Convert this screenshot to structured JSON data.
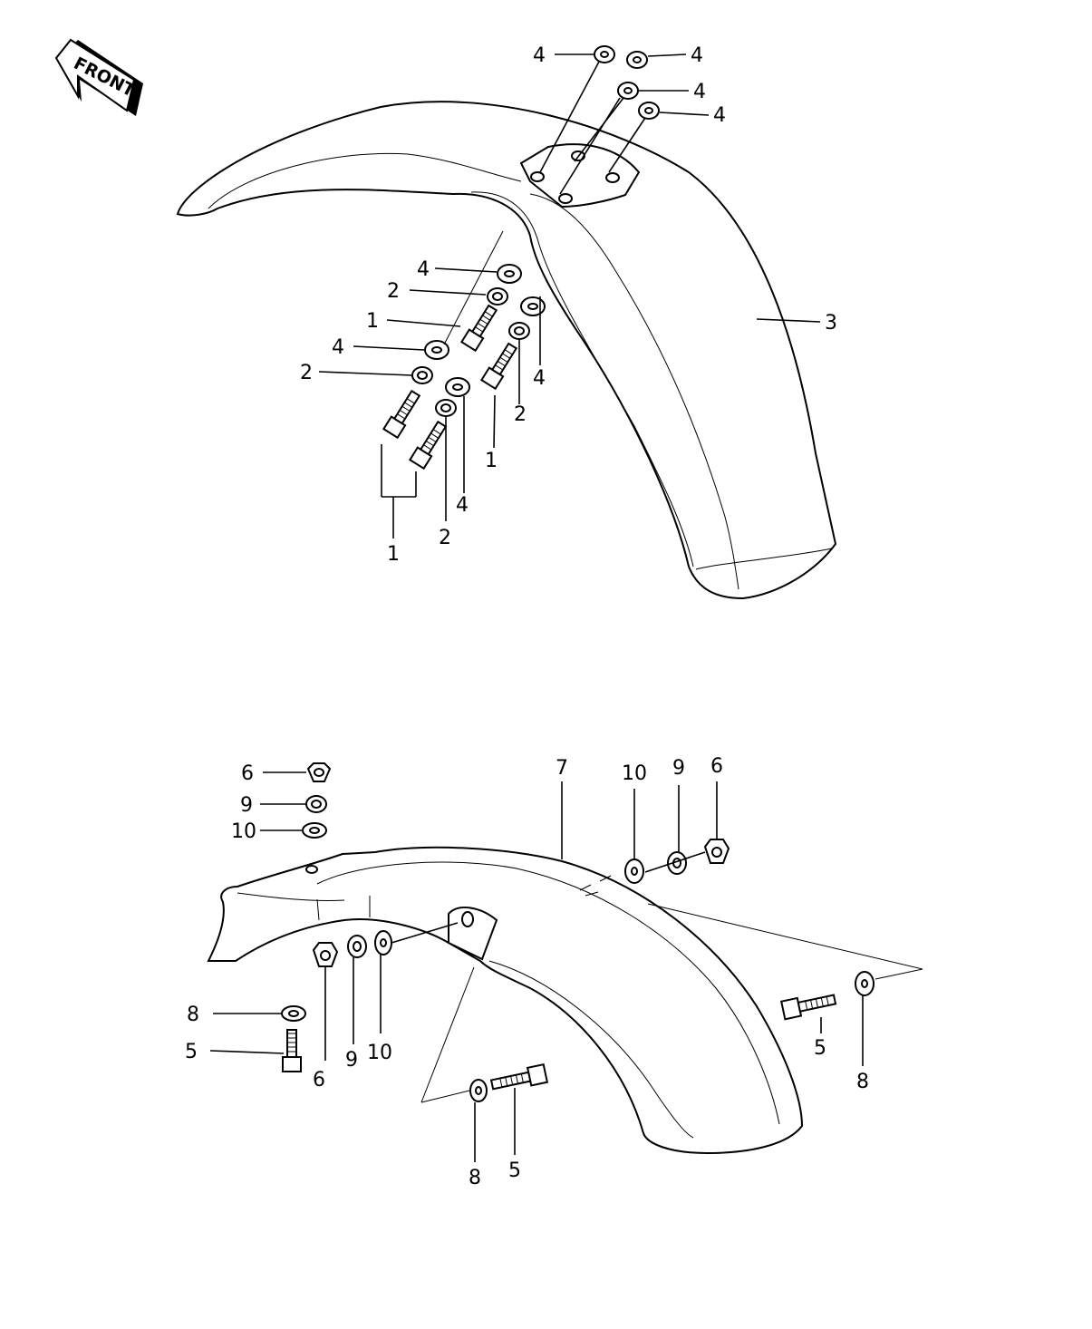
{
  "front_badge": "FRONT",
  "callouts": {
    "front_fender": {
      "c01": "4",
      "c02": "4",
      "c03": "4",
      "c04": "4",
      "c05": "4",
      "c06": "2",
      "c07": "1",
      "c08": "4",
      "c09": "2",
      "c10": "3",
      "c11": "4",
      "c12": "2",
      "c13": "1",
      "c14": "4",
      "c15": "2",
      "c16": "1"
    },
    "rear_fender": {
      "c01": "6",
      "c02": "9",
      "c03": "10",
      "c04": "7",
      "c05": "10",
      "c06": "9",
      "c07": "6",
      "c08": "8",
      "c09": "5",
      "c10": "6",
      "c11": "9",
      "c12": "10",
      "c13": "5",
      "c14": "8",
      "c15": "8",
      "c16": "5"
    }
  },
  "colors": {
    "line": "#000000",
    "background": "#ffffff"
  }
}
